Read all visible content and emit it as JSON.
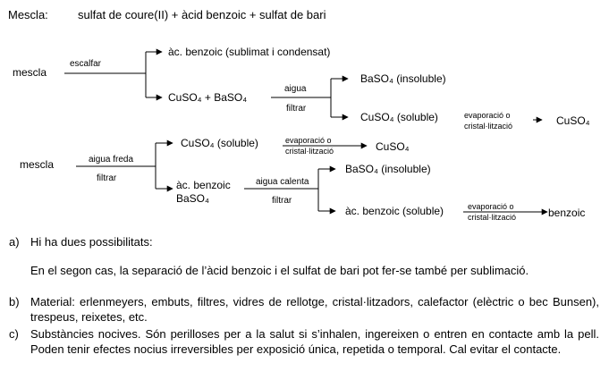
{
  "header": {
    "label": "Mescla:",
    "components": "sulfat de coure(II) + àcid benzoic  + sulfat de bari"
  },
  "diagram1": {
    "start": "mescla",
    "step1": "escalfar",
    "sublimate": "àc. benzoic (sublimat i condensat)",
    "residue": "CuSO₄ + BaSO₄",
    "step2_top": "aigua",
    "step2_bottom": "filtrar",
    "insoluble": "BaSO₄  (insoluble)",
    "soluble": "CuSO₄  (soluble)",
    "step3_top": "evaporació o",
    "step3_bottom": "cristal·lització",
    "product": "CuSO₄"
  },
  "diagram2": {
    "start": "mescla",
    "step1_top": "aigua freda",
    "step1_bottom": "filtrar",
    "soluble": "CuSO₄  (soluble)",
    "step2_top": "evaporació o",
    "step2_bottom": "cristal·lització",
    "product1": "CuSO₄",
    "residue_line1": "àc. benzoic",
    "residue_line2": "BaSO₄",
    "step3_top": "aigua calenta",
    "step3_bottom": "filtrar",
    "insoluble": "BaSO₄  (insoluble)",
    "soluble2": "àc. benzoic (soluble)",
    "step4_top": "evaporació o",
    "step4_bottom": "cristal·lització",
    "product2": "benzoic"
  },
  "answers": {
    "a_label": "a)",
    "a_text": "Hi ha dues possibilitats:",
    "a_note": "En el segon cas, la separació de l’àcid benzoic i el sulfat de bari pot fer-se també per sublimació.",
    "b_label": "b)",
    "b_text": "Material: erlenmeyers, embuts, filtres, vidres de rellotge, cristal·litzadors, calefactor (elèctric o bec Bunsen), trespeus, reixetes, etc.",
    "c_label": "c)",
    "c_text": "Substàncies nocives. Són perilloses per a la salut si s’inhalen, ingereixen o entren en contacte amb la pell. Poden tenir efectes nocius irreversibles per exposició única, repetida o temporal. Cal evitar el contacte."
  }
}
